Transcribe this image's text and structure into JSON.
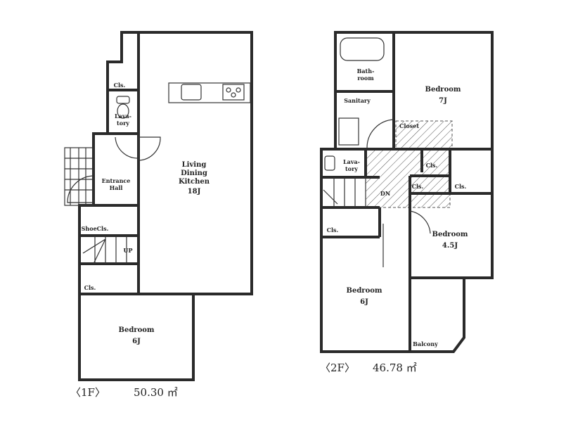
{
  "floor1": {
    "label": "〈1F〉",
    "area": "50.30 ㎡",
    "rooms": {
      "closet_top": "Cls.",
      "lavatory_1": "Lava-",
      "lavatory_2": "tory",
      "entrance_1": "Entrance",
      "entrance_2": "Hall",
      "ldk_1": "Living",
      "ldk_2": "Dining",
      "ldk_3": "Kitchen",
      "ldk_size": "18J",
      "shoe_closet": "ShoeCls.",
      "stairs": "UP",
      "closet_bottom": "Cls.",
      "bedroom": "Bedroom",
      "bedroom_size": "6J"
    }
  },
  "floor2": {
    "label": "〈2F〉",
    "area": "46.78 ㎡",
    "rooms": {
      "bath_1": "Bath-",
      "bath_2": "room",
      "sanitary": "Sanitary",
      "bedroom_a": "Bedroom",
      "bedroom_a_size": "7J",
      "closet_hatched": "Closet",
      "lavatory_1": "Lava-",
      "lavatory_2": "tory",
      "cls_a": "Cls.",
      "cls_b": "Cls.",
      "cls_c": "Cls.",
      "cls_d": "Cls.",
      "stairs": "DN",
      "bedroom_b": "Bedroom",
      "bedroom_b_size": "4.5J",
      "bedroom_c": "Bedroom",
      "bedroom_c_size": "6J",
      "balcony": "Balcony"
    }
  }
}
